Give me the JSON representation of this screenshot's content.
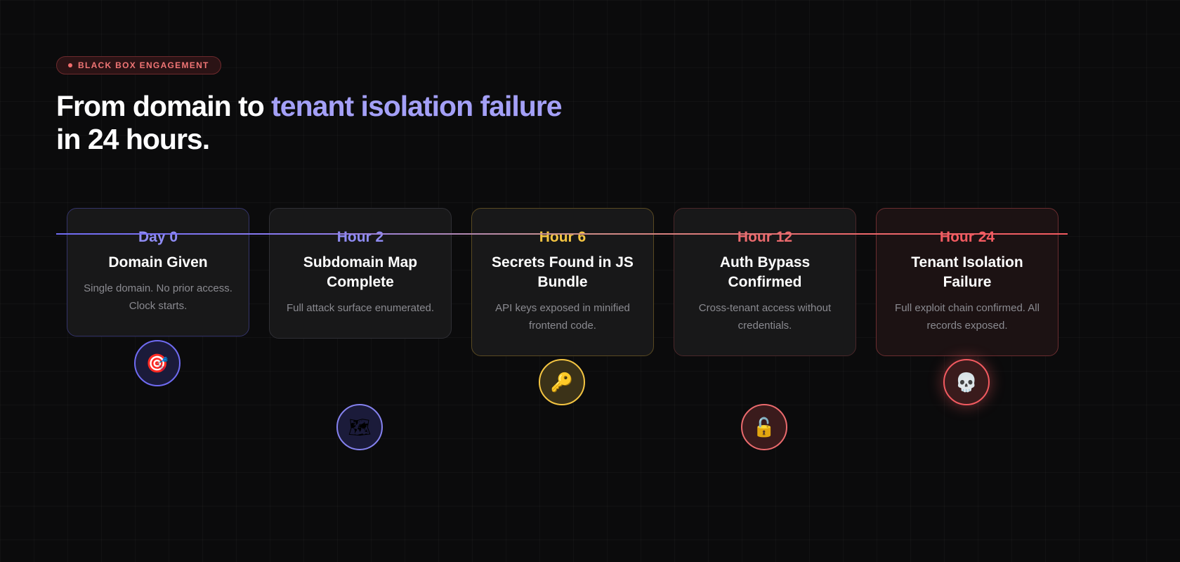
{
  "badge": {
    "label": "BLACK BOX ENGAGEMENT"
  },
  "headline": {
    "part1": "From domain to ",
    "accent": "tenant isolation failure",
    "part2": "in 24 hours."
  },
  "colors": {
    "background": "#0b0b0c",
    "accent_purple": "#a4a0f7",
    "indigo": "#6f6bf2",
    "amber": "#f4c542",
    "red": "#f25a60",
    "badge_red": "#f07575"
  },
  "timeline": [
    {
      "time": "Day 0",
      "title": "Domain Given",
      "description": "Single domain. No prior access. Clock starts.",
      "icon": "target-icon",
      "glyph": "🎯",
      "color": "#8f8cf4"
    },
    {
      "time": "Hour 2",
      "title": "Subdomain Map Complete",
      "description": "Full attack surface enumerated.",
      "icon": "map-icon",
      "glyph": "🗺",
      "color": "#8f8cf4"
    },
    {
      "time": "Hour 6",
      "title": "Secrets Found in JS Bundle",
      "description": "API keys exposed in minified frontend code.",
      "icon": "key-icon",
      "glyph": "🔑",
      "color": "#f4c542"
    },
    {
      "time": "Hour 12",
      "title": "Auth Bypass Confirmed",
      "description": "Cross-tenant access without credentials.",
      "icon": "unlocked-lock-icon",
      "glyph": "🔓",
      "color": "#ea6a6d"
    },
    {
      "time": "Hour 24",
      "title": "Tenant Isolation Failure",
      "description": "Full exploit chain confirmed. All records exposed.",
      "icon": "skull-icon",
      "glyph": "💀",
      "color": "#f25a60"
    }
  ]
}
